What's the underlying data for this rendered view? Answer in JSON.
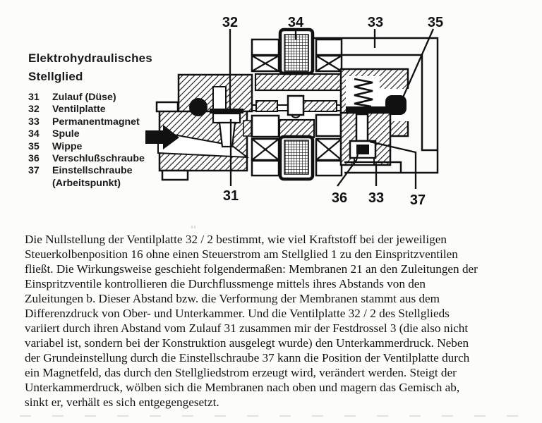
{
  "figure": {
    "title_line1": "Elektrohydraulisches",
    "title_line2": "Stellglied",
    "legend": [
      {
        "num": "31",
        "label": "Zulauf (Düse)"
      },
      {
        "num": "32",
        "label": "Ventilplatte"
      },
      {
        "num": "33",
        "label": "Permanentmagnet"
      },
      {
        "num": "34",
        "label": "Spule"
      },
      {
        "num": "35",
        "label": "Wippe"
      },
      {
        "num": "36",
        "label": "Verschlußschraube"
      },
      {
        "num": "37",
        "label": "Einstellschraube"
      },
      {
        "num": "",
        "label": "(Arbeitspunkt)"
      }
    ],
    "callouts": {
      "top": [
        "32",
        "34",
        "33",
        "35"
      ],
      "bottom": [
        "31",
        "36",
        "33",
        "37"
      ]
    },
    "icons": {
      "inlet_arrow": "solid right-pointing arrow (fuel inlet)"
    },
    "ink_color": "#111111",
    "paper_color": "#fcfcfa"
  },
  "paragraph": {
    "lines": [
      "Die Nullstellung der Ventilplatte 32 / 2 bestimmt, wie viel Kraftstoff bei der jeweiligen",
      "Steuerkolbenposition 16 ohne einen Steuerstrom am Stellglied 1 zu den Einspritzventilen",
      "fließt. Die Wirkungsweise geschieht folgendermaßen: Membranen 21 an den Zuleitungen der",
      "Einspritzventile kontrollieren die Durchflussmenge mittels ihres Abstands von den",
      "Zuleitungen b. Dieser Abstand bzw. die Verformung der Membranen stammt aus dem",
      "Differenzdruck von Ober- und Unterkammer. Und die Ventilplatte 32 / 2 des Stellglieds",
      "variiert durch ihren Abstand vom Zulauf 31 zusammen mir der Festdrossel 3 (die also nicht",
      "variabel ist, sondern bei der Konstruktion ausgelegt wurde) den Unterkammerdruck. Neben",
      "der Grundeinstellung durch die Einstellschraube 37 kann die Position der Ventilplatte durch",
      "ein Magnetfeld, das durch den Stellgliedstrom erzeugt wird, verändert werden. Steigt der",
      "Unterkammerdruck, wölben sich die Membranen nach oben und magern das Gemisch ab,",
      "sinkt er, verhält es sich entgegengesetzt."
    ]
  }
}
